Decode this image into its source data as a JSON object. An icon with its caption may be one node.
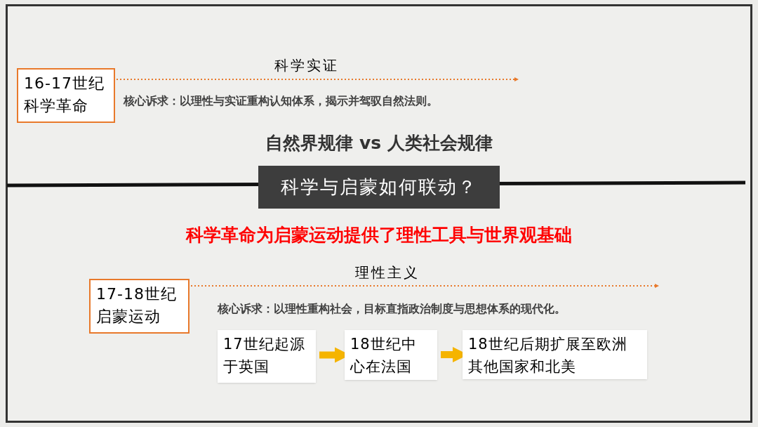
{
  "diagram": {
    "nodes": [
      {
        "text": [
          "16-17世纪科学革命"
        ]
      },
      {
        "text": [
          "科学与启蒙如何联动？"
        ]
      },
      {
        "text": [
          "17-18世纪启蒙运动"
        ]
      },
      {
        "text": [
          "17世纪起源于英国"
        ]
      },
      {
        "text": [
          "18世纪中心在法国"
        ]
      },
      {
        "text": [
          "18世纪后期扩展至欧洲其他国家和北美"
        ]
      }
    ],
    "edges": [
      {
        "from": 0,
        "to": null,
        "arrow": "to",
        "label": "科学实证",
        "style": "dashed",
        "color": "#e8792b"
      },
      {
        "from": 2,
        "to": null,
        "arrow": "to",
        "label": "理性主义",
        "style": "dashed",
        "color": "#e8792b"
      },
      {
        "from": 3,
        "to": 4,
        "arrow": "to",
        "style": "thick",
        "color": "#f5b400"
      },
      {
        "from": 4,
        "to": 5,
        "arrow": "to",
        "style": "thick",
        "color": "#f5b400"
      }
    ],
    "labels": [
      "核心诉求：以理性与实证重构认知体系，揭示并驾驭自然法则。",
      "自然界规律 vs 人类社会规律",
      "科学革命为启蒙运动提供了理性工具与世界观基础",
      "核心诉求：以理性重构社会，目标直指政治制度与思想体系的现代化。"
    ]
  }
}
